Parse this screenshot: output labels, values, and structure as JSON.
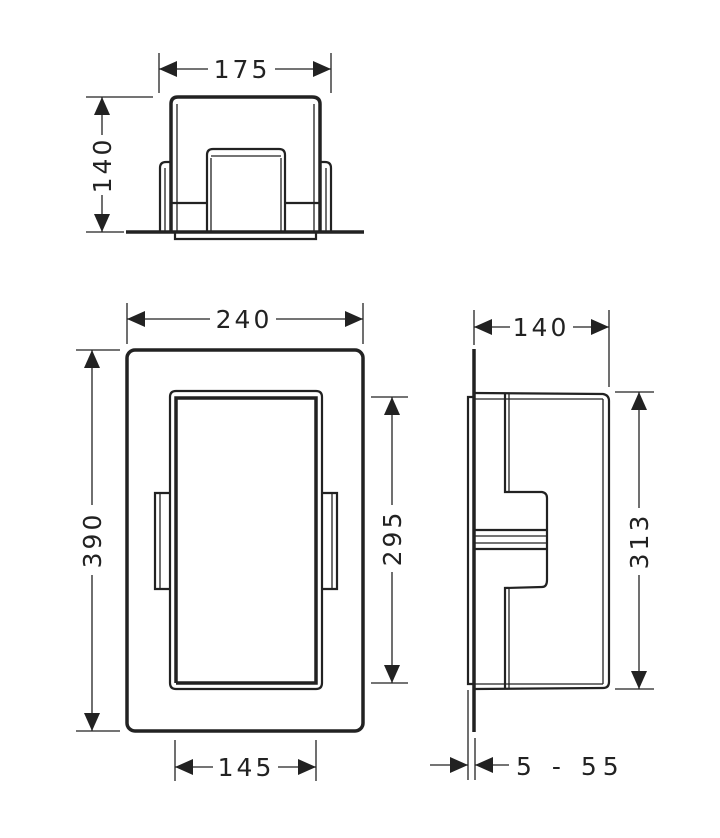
{
  "drawing": {
    "type": "technical-dimension-drawing",
    "subject": "wall niche",
    "units": "mm",
    "line_color": "#222222",
    "background": "#ffffff"
  },
  "views": {
    "top_view": {
      "width_label": "175",
      "depth_label": "140"
    },
    "front_view": {
      "outer_width_label": "240",
      "outer_height_label": "390",
      "inner_height_label": "295",
      "inner_width_label": "145"
    },
    "side_view": {
      "depth_label": "140",
      "height_label": "313",
      "wall_thickness_label": "5 - 55"
    }
  }
}
